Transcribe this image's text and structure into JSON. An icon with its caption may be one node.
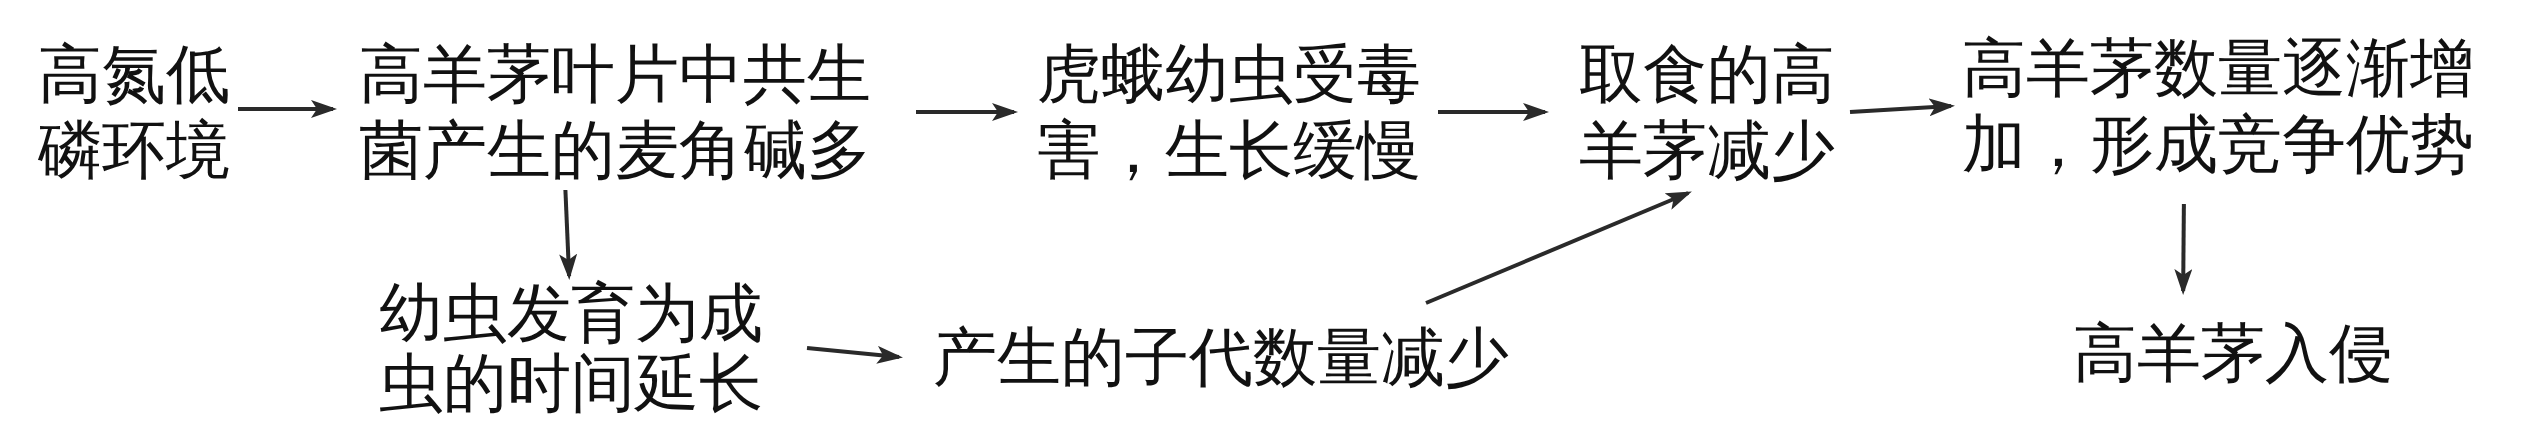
{
  "diagram": {
    "nodes": [
      {
        "text": [
          "高氮低磷环境"
        ]
      },
      {
        "text": [
          "高羊茅叶片中共生菌产生的麦角碱多"
        ]
      },
      {
        "text": [
          "虎蛾幼虫受毒害，生长缓慢"
        ]
      },
      {
        "text": [
          "取食的高羊茅减少"
        ]
      },
      {
        "text": [
          "高羊茅数量逐渐增加，形成竞争优势"
        ]
      },
      {
        "text": [
          "幼虫发育为成虫的时间延长"
        ]
      },
      {
        "text": [
          "产生的子代数量减少"
        ]
      },
      {
        "text": [
          "高羊茅入侵"
        ]
      }
    ],
    "edges": [
      {
        "from": 0,
        "to": 1,
        "arrow": "to"
      },
      {
        "from": 1,
        "to": 2,
        "arrow": "to"
      },
      {
        "from": 2,
        "to": 3,
        "arrow": "to"
      },
      {
        "from": 3,
        "to": 4,
        "arrow": "to"
      },
      {
        "from": 1,
        "to": 5,
        "arrow": "to"
      },
      {
        "from": 5,
        "to": 6,
        "arrow": "to"
      },
      {
        "from": 6,
        "to": 3,
        "arrow": "to"
      },
      {
        "from": 4,
        "to": 7,
        "arrow": "to"
      }
    ]
  }
}
